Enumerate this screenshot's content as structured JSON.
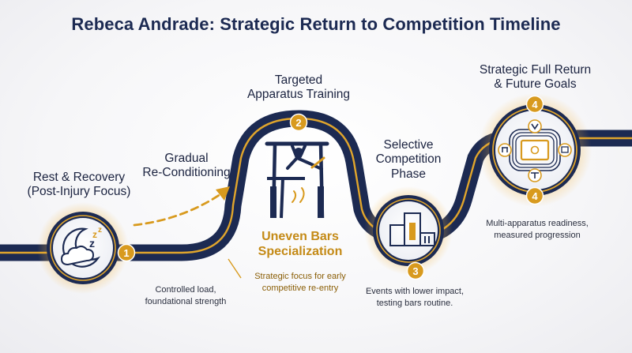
{
  "title": "Rebeca Andrade: Strategic Return to Competition Timeline",
  "stages": [
    {
      "number": "1",
      "label_lines": [
        "Rest & Recovery",
        "(Post-Injury Focus)"
      ],
      "note_lines": [
        "Controlled load,",
        "foundational strength"
      ],
      "icon": "moon-sleep-icon"
    },
    {
      "number": "",
      "label_lines": [
        "Gradual",
        "Re-Conditioning"
      ],
      "icon": "dashed-arrow-icon"
    },
    {
      "number": "2",
      "label_lines": [
        "Targeted",
        "Apparatus Training"
      ],
      "highlight_lines": [
        "Uneven Bars",
        "Specialization"
      ],
      "note_lines": [
        "Strategic focus for early",
        "competitive re-entry"
      ],
      "icon": "uneven-bars-gymnast-icon"
    },
    {
      "number": "3",
      "label_lines": [
        "Selective",
        "Competition",
        "Phase"
      ],
      "note_lines": [
        "Events with lower impact,",
        "testing bars routine."
      ],
      "icon": "podium-icon"
    },
    {
      "number": "4",
      "label_lines": [
        "Strategic Full Return",
        "& Future Goals"
      ],
      "note_lines": [
        "Multi-apparatus readiness,",
        "measured progression"
      ],
      "icon": "arena-icon"
    }
  ],
  "colors": {
    "navy": "#1c2a52",
    "gold": "#d89a1e",
    "gold_dark": "#c48a16",
    "text": "#1b2340"
  }
}
